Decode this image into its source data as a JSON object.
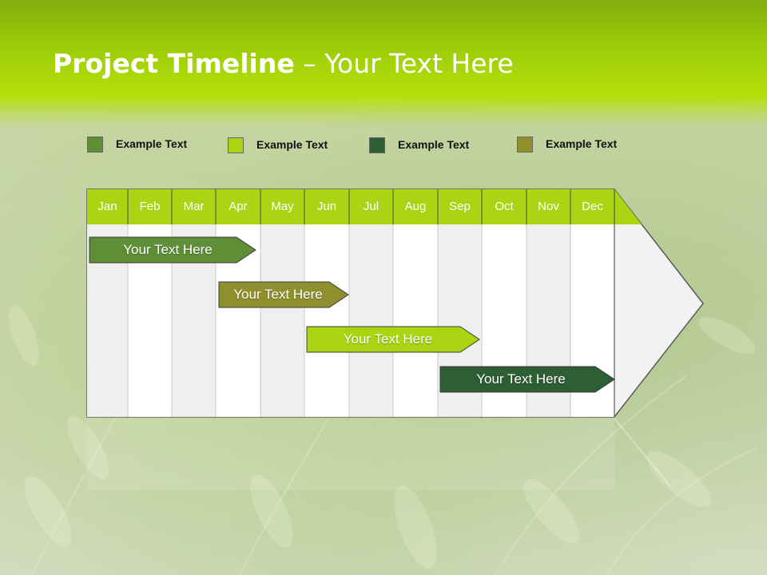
{
  "title": {
    "bold": "Project Timeline",
    "rest": " – Your Text Here"
  },
  "legend": [
    {
      "label": "Example Text",
      "color": "#5e8f37"
    },
    {
      "label": "Example Text",
      "color": "#a9d512"
    },
    {
      "label": "Example Text",
      "color": "#2e5e34"
    },
    {
      "label": "Example Text",
      "color": "#8f8f2e"
    }
  ],
  "months": [
    "Jan",
    "Feb",
    "Mar",
    "Apr",
    "May",
    "Jun",
    "Jul",
    "Aug",
    "Sep",
    "Oct",
    "Nov",
    "Dec"
  ],
  "tasks": [
    {
      "label": "Your  Text Here",
      "color": "#5e8f37"
    },
    {
      "label": "Your  Text Here",
      "color": "#8f8f2e"
    },
    {
      "label": "Your  Text Here",
      "color": "#a9d512"
    },
    {
      "label": "Your  Text Here",
      "color": "#2e5e34"
    }
  ],
  "colors": {
    "header": "#9ccb08",
    "month_bar": "#a9d512"
  }
}
